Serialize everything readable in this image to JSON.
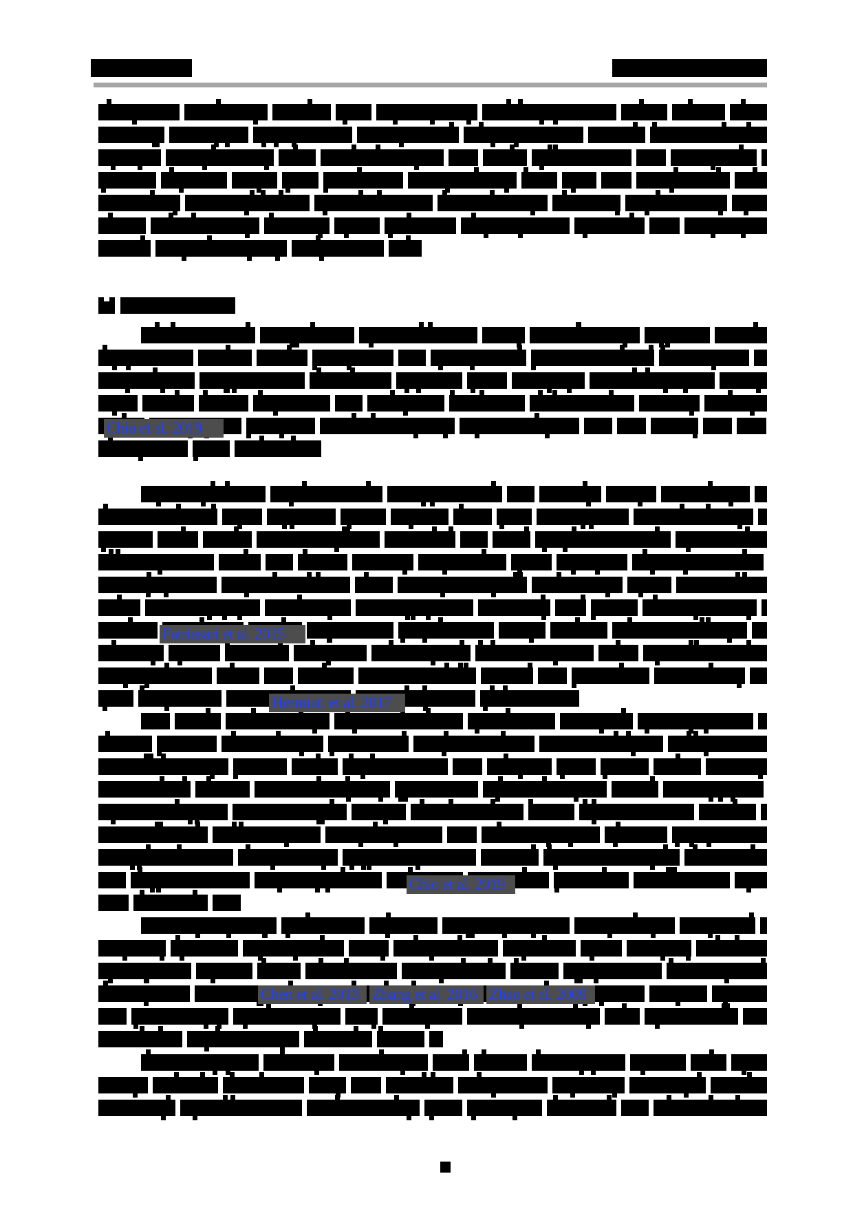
{
  "page": {
    "header_left": "[redacted running header]",
    "header_right": "[redacted running header]",
    "page_number": "[redacted]",
    "rule_color": "#a6a6a6",
    "redaction_color": "#000000",
    "citation_text_color": "#1f3fff",
    "citation_bg_color": "#4d4d4d"
  },
  "section": {
    "number": "[redacted]",
    "title": "[redacted section title]"
  },
  "citations": [
    {
      "id": "c1",
      "text": "Chio et al. 2019"
    },
    {
      "id": "c2",
      "text": "Fatriasari et al. 2015"
    },
    {
      "id": "c3",
      "text": "Hermiati et al. 2017"
    },
    {
      "id": "c4",
      "text": "Chio et al. 2019"
    },
    {
      "id": "c5",
      "text": "Chen et al. 2013"
    },
    {
      "id": "c6",
      "text": "Zhang et al. 2016"
    },
    {
      "id": "c7",
      "text": "Zhao et al. 2009"
    }
  ],
  "body": {
    "note": "Body text is fully redacted (rendered as black pixelated blocks); only the inline citations are legible.",
    "paragraphs": [
      {
        "id": "p0",
        "lines": 7,
        "redacted": true
      },
      {
        "id": "p1",
        "lines": 6,
        "redacted": true,
        "citations": [
          "c1"
        ]
      },
      {
        "id": "p2",
        "lines": 10,
        "redacted": true,
        "citations": [
          "c2",
          "c3"
        ]
      },
      {
        "id": "p3",
        "lines": 9,
        "redacted": true,
        "citations": [
          "c4"
        ]
      },
      {
        "id": "p4",
        "lines": 6,
        "redacted": true,
        "citations": [
          "c5",
          "c6",
          "c7"
        ]
      },
      {
        "id": "p5",
        "lines": 3,
        "redacted": true
      }
    ]
  }
}
